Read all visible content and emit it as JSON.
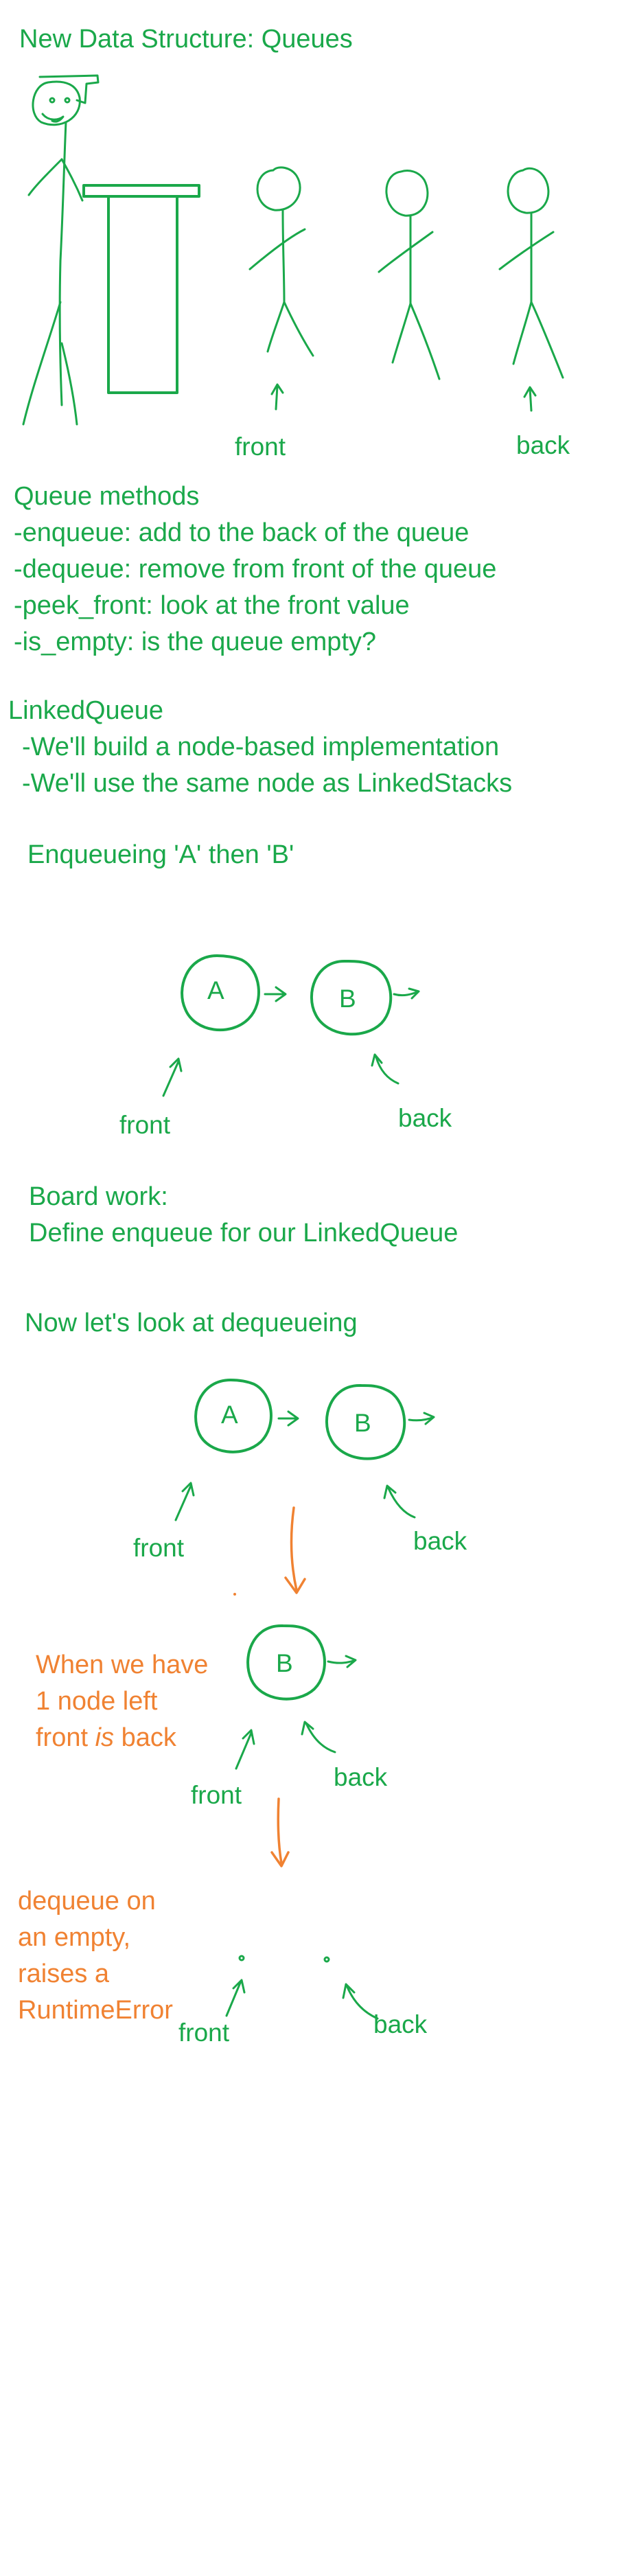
{
  "title": "New Data Structure: Queues",
  "figure": {
    "front_label": "front",
    "back_label": "back"
  },
  "methods": {
    "heading": "Queue methods",
    "items": [
      "-enqueue: add to the back of the queue",
      "-dequeue: remove from front of the queue",
      "-peek_front: look at the front value",
      "-is_empty: is the queue empty?"
    ]
  },
  "linked_queue": {
    "heading": "LinkedQueue",
    "items": [
      "-We'll build a node-based implementation",
      "-We'll use the same node as LinkedStacks"
    ]
  },
  "enqueue_demo": {
    "heading": "Enqueueing 'A' then 'B'",
    "node_a": "A",
    "node_b": "B",
    "front_label": "front",
    "back_label": "back"
  },
  "board_work": {
    "line1": "Board work:",
    "line2": "Define enqueue for our LinkedQueue"
  },
  "dequeue_demo": {
    "heading": "Now let's look at dequeueing",
    "node_a": "A",
    "node_b": "B",
    "front_label": "front",
    "back_label": "back"
  },
  "one_node": {
    "note_line1": "When we have",
    "note_line2": "1 node left",
    "note_line3_pre": "front ",
    "note_line3_em": "is",
    "note_line3_post": " back",
    "node_b": "B",
    "front_label": "front",
    "back_label": "back"
  },
  "empty": {
    "note_line1": "dequeue on",
    "note_line2": "an empty,",
    "note_line3": "raises a",
    "note_line4": "RuntimeError",
    "front_label": "front",
    "back_label": "back"
  },
  "colors": {
    "ink_green": "#1aa84a",
    "ink_orange": "#f08232",
    "background": "#ffffff"
  }
}
